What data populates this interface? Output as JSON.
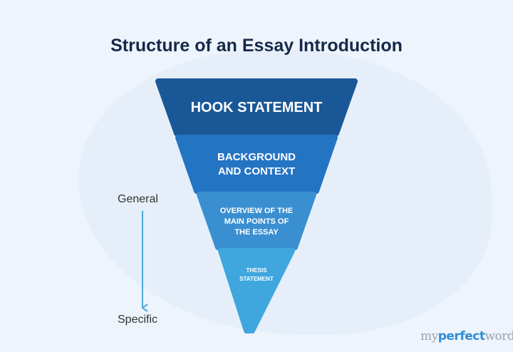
{
  "title": "Structure of an Essay Introduction",
  "layers": [
    {
      "line1": "HOOK STATEMENT",
      "line2": "",
      "line3": "",
      "color": "#1a5796"
    },
    {
      "line1": "BACKGROUND",
      "line2": "AND CONTEXT",
      "line3": "",
      "color": "#2474c4"
    },
    {
      "line1": "OVERVIEW OF THE",
      "line2": "MAIN POINTS OF",
      "line3": "THE ESSAY",
      "color": "#3a8fd1"
    },
    {
      "line1": "THESIS",
      "line2": "STATEMENT",
      "line3": "",
      "color": "#3fa6de"
    }
  ],
  "axis": {
    "top": "General",
    "bottom": "Specific",
    "arrow_color": "#4aa8e0"
  },
  "logo": {
    "pre": "my",
    "mid": "perfect",
    "post": "words"
  }
}
